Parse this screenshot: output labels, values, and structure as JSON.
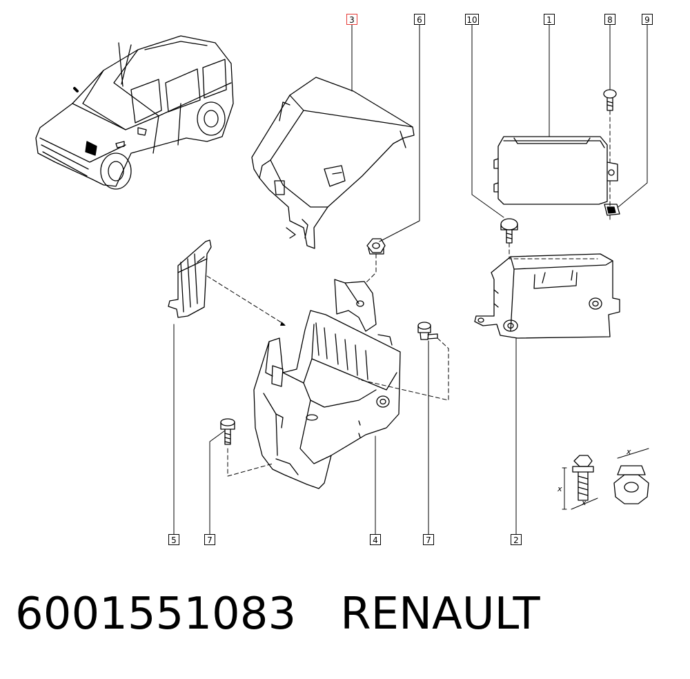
{
  "callouts": {
    "c1": "1",
    "c2": "2",
    "c3": "3",
    "c4": "4",
    "c5": "5",
    "c6": "6",
    "c7a": "7",
    "c7b": "7",
    "c8": "8",
    "c9": "9",
    "c10": "10"
  },
  "highlighted_callout": "3",
  "dimension_labels": {
    "bolt_x1": "x",
    "bolt_x2": "x",
    "nut_x": "x"
  },
  "caption": {
    "part_number": "6001551083",
    "brand": "RENAULT"
  },
  "colors": {
    "line": "#000000",
    "highlight": "#e53935",
    "background": "#ffffff"
  }
}
